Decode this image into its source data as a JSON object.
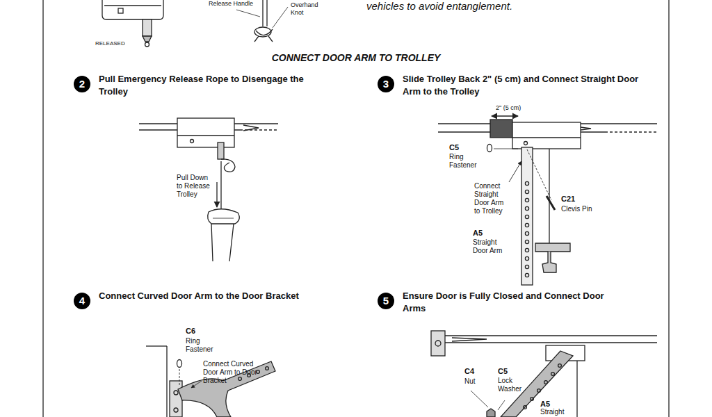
{
  "diagram": {
    "title": "CONNECT DOOR ARM TO TROLLEY",
    "nodes": [
      {
        "text": [
          "2",
          "Pull Emergency Release Rope to Disengage the Trolley"
        ]
      },
      {
        "text": [
          "3",
          "Slide Trolley Back 2\" (5 cm) and Connect Straight Door Arm to the Trolley"
        ]
      },
      {
        "text": [
          "4",
          "Connect Curved Door Arm to the Door Bracket"
        ]
      },
      {
        "text": [
          "5",
          "Ensure Door is Fully Closed and Connect Door Arms"
        ]
      }
    ],
    "labels": [
      "RELEASED",
      "Release Handle",
      "Overhand Knot",
      "vehicles to avoid entanglement.",
      "Pull Down to Release Trolley",
      "2\" (5 cm)",
      "C5",
      "Ring Fastener",
      "Connect Straight Door Arm to Trolley",
      "C21",
      "Clevis Pin",
      "A5",
      "Straight Door Arm",
      "C6",
      "Ring Fastener",
      "Connect Curved Door Arm to Door Bracket",
      "C4",
      "Nut",
      "C5",
      "Lock Washer",
      "A5",
      "Straight"
    ]
  }
}
